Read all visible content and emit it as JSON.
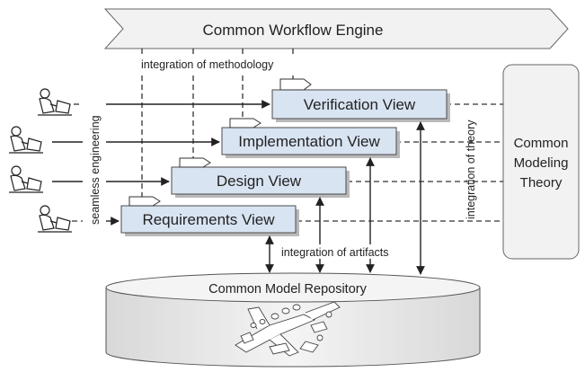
{
  "engine": {
    "label": "Common Workflow Engine"
  },
  "repository": {
    "label": "Common Model Repository"
  },
  "theory": {
    "label_lines": [
      "Common",
      "Modeling",
      "Theory"
    ]
  },
  "views": {
    "verification": "Verification View",
    "implementation": "Implementation View",
    "design": "Design View",
    "requirements": "Requirements View"
  },
  "annotations": {
    "methodology": "integration of methodology",
    "seamless": "seamless engineering",
    "theory": "integration of theory",
    "artifacts": "integration of artifacts"
  },
  "icons": {
    "engineer": "engineer-at-laptop-icon",
    "aircraft": "exploded-aircraft-icon",
    "tab": "arrow-tab-icon"
  },
  "colors": {
    "view_fill": "#d9e4f2",
    "view_shadow": "#b9b9b9",
    "outline": "#4a4a4a",
    "repository_fill": "#e6e6e6",
    "theory_fill": "#f2f2f2"
  }
}
